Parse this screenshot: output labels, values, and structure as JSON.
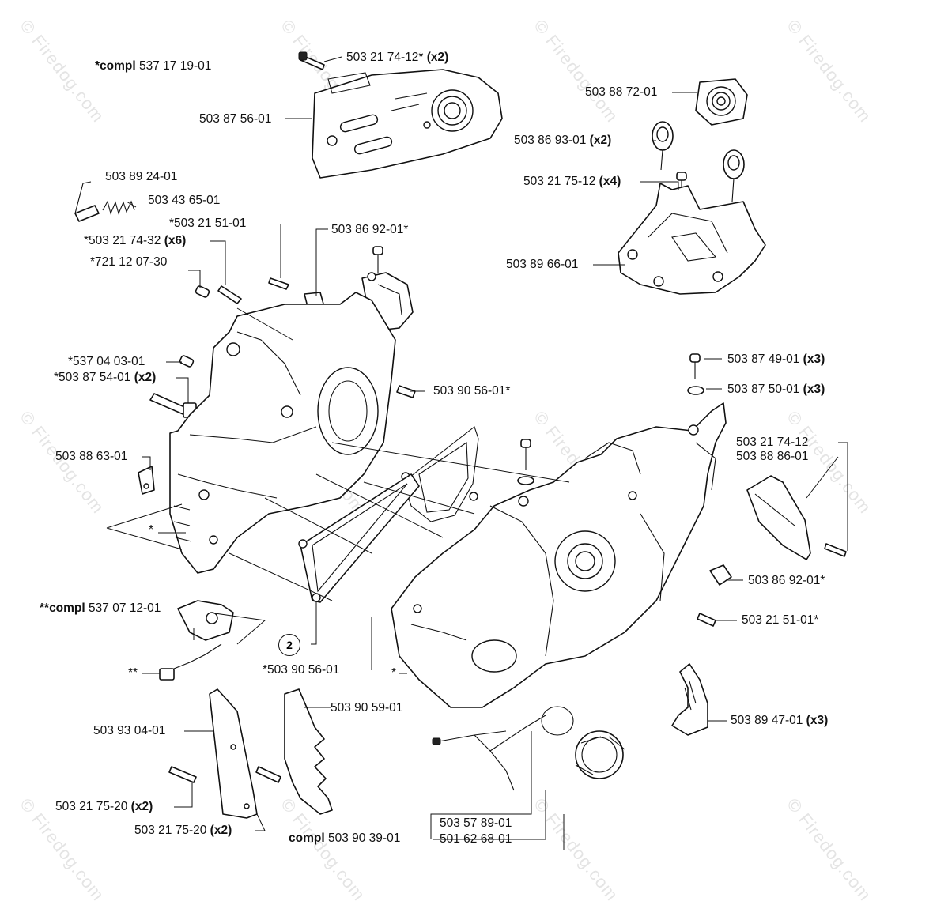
{
  "watermark": "© Firedog.com",
  "callouts": [
    {
      "id": "c1",
      "text": "*compl 537 17 19-01"
    },
    {
      "id": "c2",
      "text": "503 21 74-12* (x2)"
    },
    {
      "id": "c3",
      "text": "503 87 56-01"
    },
    {
      "id": "c4",
      "text": "503 88 72-01"
    },
    {
      "id": "c5",
      "text": "503 86 93-01 (x2)"
    },
    {
      "id": "c6",
      "text": "503 21 75-12 (x4)"
    },
    {
      "id": "c7",
      "text": "503 89 66-01"
    },
    {
      "id": "c8",
      "text": "503 89 24-01"
    },
    {
      "id": "c9",
      "text": "503 43 65-01"
    },
    {
      "id": "c10",
      "text": "*503 21 51-01"
    },
    {
      "id": "c11",
      "text": "503 86 92-01*"
    },
    {
      "id": "c12",
      "text": "*503 21 74-32 (x6)"
    },
    {
      "id": "c13",
      "text": "*721 12 07-30"
    },
    {
      "id": "c14",
      "text": "*537 04 03-01"
    },
    {
      "id": "c15",
      "text": "*503 87 54-01 (x2)"
    },
    {
      "id": "c16",
      "text": "503 90 56-01*"
    },
    {
      "id": "c17",
      "text": "503 87 49-01 (x3)"
    },
    {
      "id": "c18",
      "text": "503 87 50-01 (x3)"
    },
    {
      "id": "c19",
      "text": "503 88 63-01"
    },
    {
      "id": "c20",
      "text": "503 21 74-12"
    },
    {
      "id": "c21",
      "text": "503 88 86-01"
    },
    {
      "id": "c22",
      "text": "*"
    },
    {
      "id": "c23",
      "text": "503 86 92-01*"
    },
    {
      "id": "c24",
      "text": "**compl 537 07 12-01"
    },
    {
      "id": "c25",
      "text": "503 21 51-01*"
    },
    {
      "id": "c26",
      "text": "2"
    },
    {
      "id": "c27",
      "text": "**"
    },
    {
      "id": "c28",
      "text": "*503 90 56-01"
    },
    {
      "id": "c29",
      "text": "*"
    },
    {
      "id": "c30",
      "text": "503 90 59-01"
    },
    {
      "id": "c31",
      "text": "503 89 47-01 (x3)"
    },
    {
      "id": "c32",
      "text": "503 93 04-01"
    },
    {
      "id": "c33",
      "text": "503 21 75-20 (x2)"
    },
    {
      "id": "c34",
      "text": "503 21 75-20 (x2)"
    },
    {
      "id": "c35",
      "text": "compl 503 90 39-01"
    },
    {
      "id": "c36",
      "text": "503 57 89-01"
    },
    {
      "id": "c37",
      "text": "501 62 68-01"
    }
  ],
  "labels": {
    "c1_a": "*compl",
    "c1_b": " 537 17 19-01",
    "c2_a": "503 21 74-12* ",
    "c2_b": "(x2)",
    "c3": "503 87 56-01",
    "c4": "503 88 72-01",
    "c5_a": "503 86 93-01 ",
    "c5_b": "(x2)",
    "c6_a": "503 21 75-12 ",
    "c6_b": "(x4)",
    "c7": "503 89 66-01",
    "c8": "503 89 24-01",
    "c9": "503 43 65-01",
    "c10": "*503 21 51-01",
    "c11": "503 86 92-01*",
    "c12_a": "*503 21 74-32 ",
    "c12_b": "(x6)",
    "c13": "*721 12 07-30",
    "c14": "*537 04 03-01",
    "c15_a": "*503 87 54-01 ",
    "c15_b": "(x2)",
    "c16": "503 90 56-01*",
    "c17_a": "503 87 49-01 ",
    "c17_b": "(x3)",
    "c18_a": "503 87 50-01 ",
    "c18_b": "(x3)",
    "c19": "503 88 63-01",
    "c20": "503 21 74-12",
    "c21": "503 88 86-01",
    "c22": "*",
    "c23": "503 86 92-01*",
    "c24_a": "**compl",
    "c24_b": " 537 07 12-01",
    "c25": "503 21 51-01*",
    "c26": "2",
    "c27": "**",
    "c28": "*503 90 56-01",
    "c29": "*",
    "c30": "503 90 59-01",
    "c31_a": "503 89 47-01 ",
    "c31_b": "(x3)",
    "c32": "503 93 04-01",
    "c33_a": "503 21 75-20 ",
    "c33_b": "(x2)",
    "c34_a": "503 21 75-20 ",
    "c34_b": "(x2)",
    "c35_a": "compl",
    "c35_b": " 503 90 39-01",
    "c36": "503 57 89-01",
    "c37": "501 62 68-01"
  }
}
